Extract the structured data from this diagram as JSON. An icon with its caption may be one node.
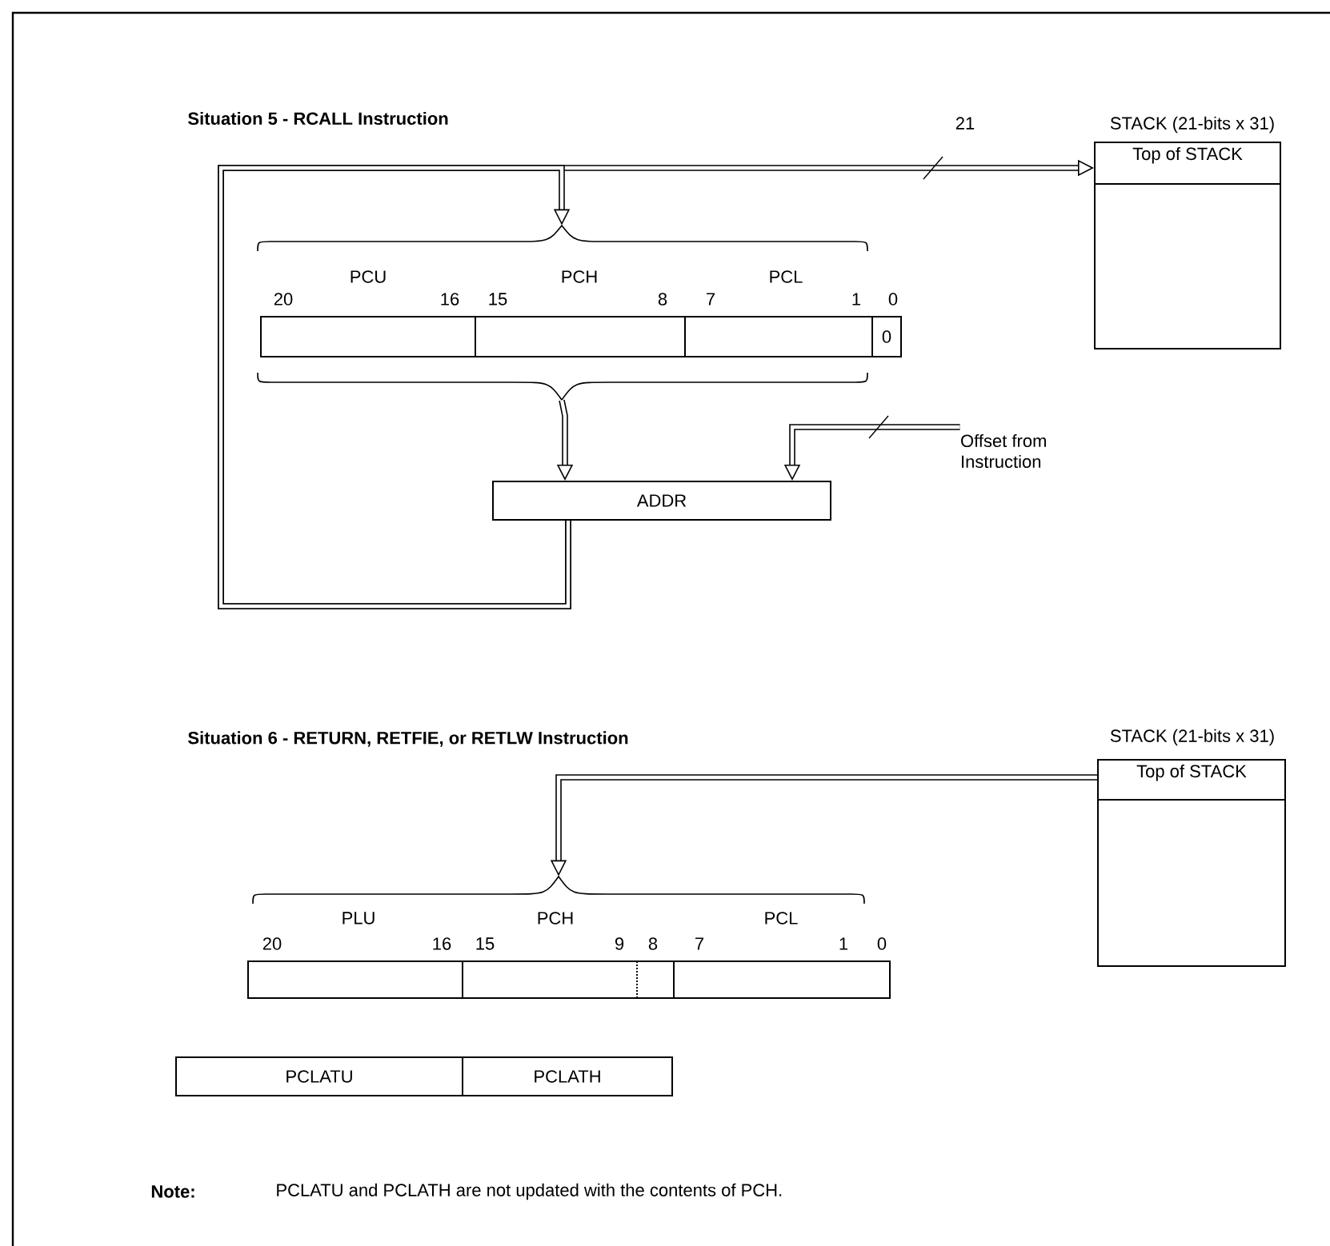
{
  "diagram": {
    "nodes": [
      {
        "text": [
          "Top of STACK"
        ],
        "beside": [
          "STACK (21-bits x 31)"
        ]
      },
      {
        "text": [],
        "shape": "bar"
      },
      {
        "text": [
          "0"
        ],
        "in": 1,
        "beside": [
          "0"
        ]
      },
      {
        "text": [
          "ADDR"
        ]
      },
      {
        "text": [
          "Offset from Instruction"
        ]
      },
      {
        "text": [
          "Top of STACK"
        ],
        "beside": [
          "STACK (21-bits x 31)"
        ]
      },
      {
        "text": [],
        "shape": "bar"
      },
      {
        "text": [
          "PCLATU"
        ]
      },
      {
        "text": [
          "PCLATH"
        ]
      }
    ],
    "edges": [
      {
        "from": 3,
        "to": 0,
        "arrow": "to",
        "label": "21"
      },
      {
        "from": 3,
        "to": 1,
        "arrow": "to"
      },
      {
        "from": 1,
        "to": 3,
        "arrow": "to"
      },
      {
        "from": 4,
        "to": 3,
        "arrow": "to"
      },
      {
        "from": 5,
        "to": 6,
        "arrow": "to"
      }
    ],
    "labels": [
      "Situation 5 - RCALL Instruction",
      "PCU",
      "PCH",
      "PCL",
      "20",
      "16",
      "15",
      "8",
      "7",
      "1",
      "Situation 6 - RETURN, RETFIE, or RETLW Instruction",
      "PLU",
      "PCH",
      "PCL",
      "20",
      "16",
      "15",
      "9",
      "8",
      "7",
      "1",
      "0",
      "Note:",
      "PCLATU and PCLATH are not updated with the contents of PCH."
    ]
  }
}
